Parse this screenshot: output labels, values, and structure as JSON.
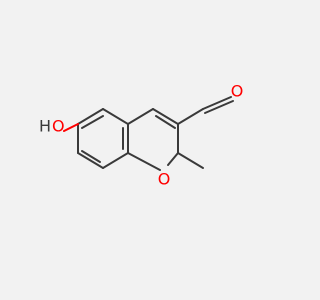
{
  "molecule": {
    "atoms": {
      "hydroxyl": "HO",
      "ring_oxygen": "O",
      "aldehyde_oxygen": "O"
    },
    "colors": {
      "bond": "#3a3a3a",
      "oxygen": "#ff0000",
      "hydrogen_label": "#3a3a3a"
    }
  }
}
